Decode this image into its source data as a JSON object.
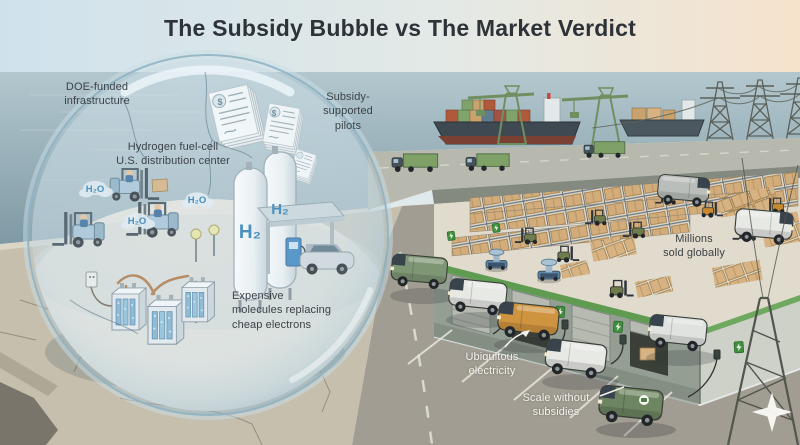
{
  "title": "The Subsidy Bubble vs The Market Verdict",
  "palette": {
    "accent_blue": "#2f7fb5",
    "seal_blue_grey": "#5a7a8a",
    "label_dark": "#3c4247",
    "label_light": "#f3f2ec",
    "crane_green": "#6f8f60",
    "sign_green": "#3f8f3f",
    "box_tan": "#d7b283",
    "bubble_rim": "#8fb4c4",
    "sky_left": "#cfe2ec",
    "sky_right": "#f6e3cc",
    "sea": "#7e99a4",
    "concrete": "#c6bfae",
    "asphalt": "#a19d92"
  },
  "bubble_side": {
    "label_doe": "DOE-funded\ninfrastructure",
    "label_center": "Hydrogen fuel-cell\nU.S. distribution center",
    "label_pilots": "Subsidy-\nsupported\npilots",
    "label_molecules": "Expensive\nmolecules replacing\ncheap electrons",
    "tank_label": "H₂",
    "vapor_label": "H₂O",
    "document_seal": "$"
  },
  "market_side": {
    "label_millions": "Millions\nsold globally",
    "label_ubiquitous": "Ubiquitous\nelectricity",
    "label_scale": "Scale without\nsubsidies"
  }
}
